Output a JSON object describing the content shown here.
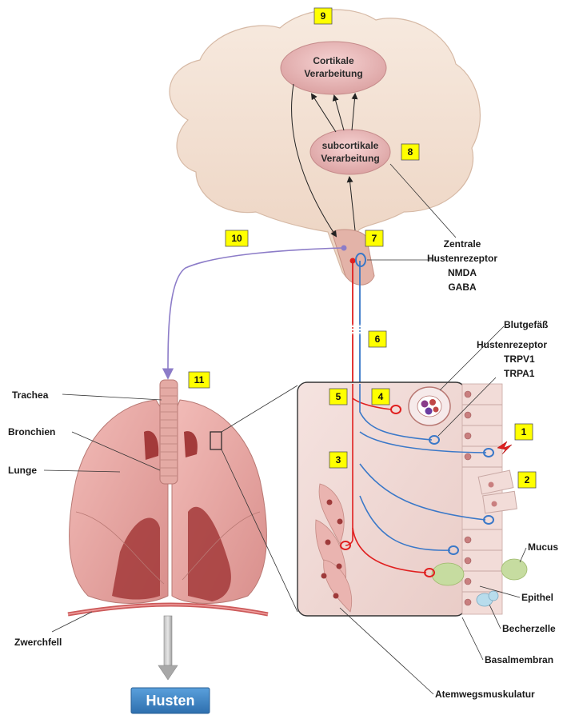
{
  "colors": {
    "brain": "#f3e1d3",
    "oval": "#e8b8b8",
    "badge": "#ffff00",
    "afferent": "#e02020",
    "efferent": "#3a78c8",
    "descending": "#8c7cc8",
    "lung": "#e7a2a0",
    "lung_dark": "#a33a3a",
    "panel": "#f0d8d4",
    "husten_box": "#3b82c4"
  },
  "brain": {
    "cortical": [
      "Cortikale",
      "Verarbeitung"
    ],
    "subcortical": [
      "subcortikale",
      "Verarbeitung"
    ]
  },
  "labels": {
    "central_receptor": [
      "Zentrale",
      "Hustenrezeptor",
      "NMDA",
      "GABA"
    ],
    "blood_vessel": "Blutgefäß",
    "cough_receptor": [
      "Hustenrezeptor",
      "TRPV1",
      "TRPA1"
    ],
    "trachea": "Trachea",
    "bronchi": "Bronchien",
    "lung": "Lunge",
    "diaphragm": "Zwerchfell",
    "mucus": "Mucus",
    "epithelium": "Epithel",
    "goblet_cell": "Becherzelle",
    "basement_membrane": "Basalmembran",
    "airway_muscle": "Atemwegsmuskulatur",
    "cough": "Husten"
  },
  "badges": {
    "b1": "1",
    "b2": "2",
    "b3": "3",
    "b4": "4",
    "b5": "5",
    "b6": "6",
    "b7": "7",
    "b8": "8",
    "b9": "9",
    "b10": "10",
    "b11": "11"
  },
  "icons": {
    "stimulus": "lightning-bolt-icon",
    "receptor": "ring-receptor-icon",
    "output": "down-arrow-icon"
  }
}
